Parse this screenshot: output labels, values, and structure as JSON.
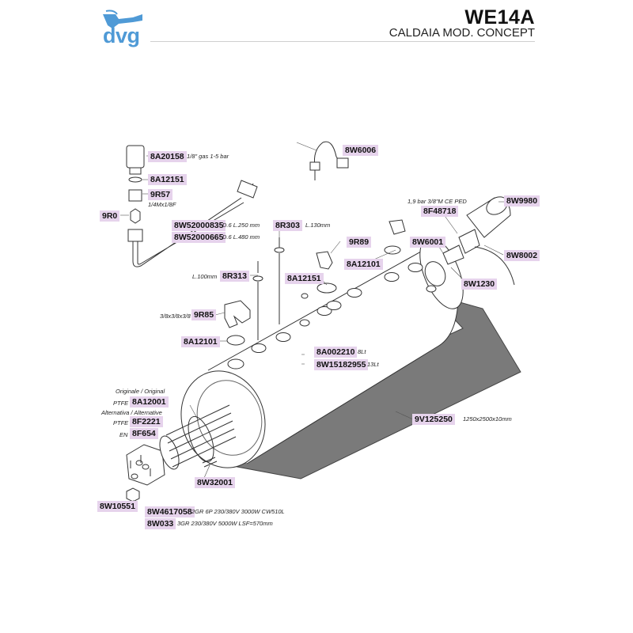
{
  "header": {
    "logo_text": "dvg",
    "code": "WE14A",
    "subtitle": "CALDAIA MOD. CONCEPT"
  },
  "parts": {
    "p8A20158": "8A20158",
    "n8A20158": "1/8\" gas 1-5 bar",
    "p8A12151a": "8A12151",
    "p9R57": "9R57",
    "n9R57": "1/4Mx1/8F",
    "p9R0": "9R0",
    "p8W52000835": "8W52000835",
    "n8W52000835": "D.6 L.250 mm",
    "p8W52000665": "8W52000665",
    "n8W52000665": "D.6 L.480 mm",
    "p8W6006": "8W6006",
    "p8R303": "8R303",
    "n8R303": "L.130mm",
    "p8R313": "8R313",
    "n8R313": "L.100mm",
    "p8A12151b": "8A12151",
    "p9R89": "9R89",
    "p8A12101a": "8A12101",
    "p9R85": "9R85",
    "n9R85": "3/8x3/8x3/8",
    "p8A12101b": "8A12101",
    "p8A002210": "8A002210",
    "n8A002210": "8Lt",
    "p8W15182955": "8W15182955",
    "n8W15182955": "13Lt",
    "n8F48718": "1,9 bar 3/8\"M CE PED",
    "p8F48718": "8F48718",
    "p8W9980": "8W9980",
    "p8W6001": "8W6001",
    "p8W8002": "8W8002",
    "p8W1230": "8W1230",
    "n_originale": "Originale / Original",
    "n_ptfe1": "PTFE",
    "p8A12001": "8A12001",
    "n_alternativa": "Alternativa / Alternative",
    "n_ptfe2": "PTFE",
    "p8F2221": "8F2221",
    "n_en": "EN",
    "p8F654": "8F654",
    "p9V125250": "9V125250",
    "n9V125250": "1250x2500x10mm",
    "p8W32001": "8W32001",
    "p8W10551": "8W10551",
    "p8W4617058": "8W4617058",
    "n8W4617058": "2GR 6P 230/380V 3000W CW510L",
    "p8W033": "8W033",
    "n8W033": "3GR 230/380V 5000W LSF=570mm"
  },
  "colors": {
    "logo_blue": "#4f9ad6",
    "tag_bg": "#e6d3ec",
    "insulation": "#7a7a7a"
  }
}
